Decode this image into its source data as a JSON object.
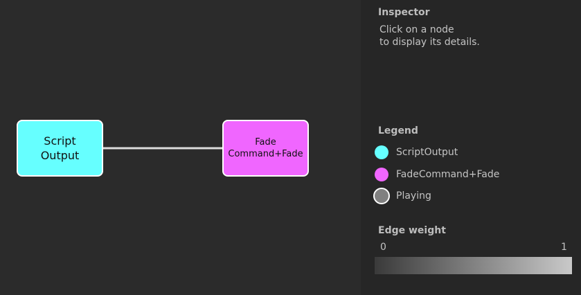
{
  "graph": {
    "nodes": [
      {
        "id": "script-output",
        "lines": [
          "Script",
          "Output"
        ],
        "color": "#66ffff"
      },
      {
        "id": "fade-command",
        "lines": [
          "Fade",
          "Command+Fade"
        ],
        "color": "#f066ff"
      }
    ],
    "edge_color": "#dcdcdc"
  },
  "inspector": {
    "title": "Inspector",
    "message_line1": "Click on a node",
    "message_line2": "to display its details."
  },
  "legend": {
    "title": "Legend",
    "items": [
      {
        "label": "ScriptOutput",
        "color": "#66ffff"
      },
      {
        "label": "FadeCommand+Fade",
        "color": "#f066ff"
      },
      {
        "label": "Playing",
        "color": "#808080",
        "border": "#ffffff"
      }
    ]
  },
  "edge_weight": {
    "title": "Edge weight",
    "min_label": "0",
    "max_label": "1"
  }
}
